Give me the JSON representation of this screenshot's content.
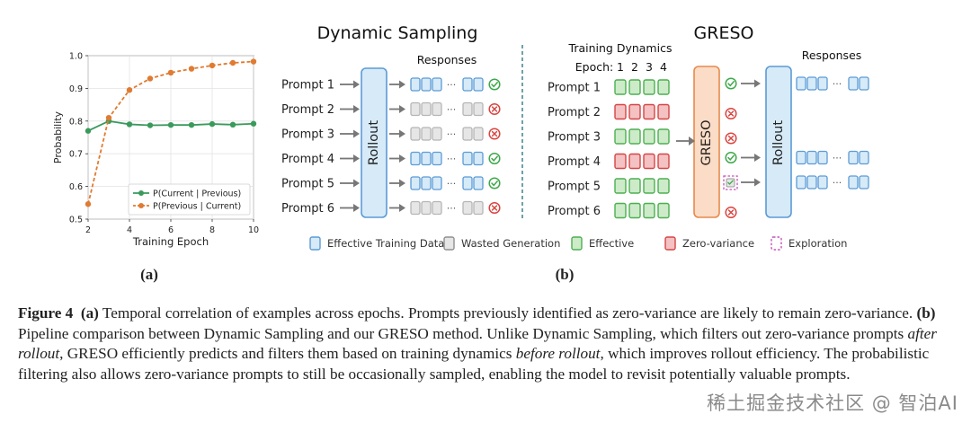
{
  "panel_a": {
    "label": "(a)",
    "chart_data": {
      "type": "line",
      "x": [
        2,
        3,
        4,
        5,
        6,
        7,
        8,
        9,
        10
      ],
      "series": [
        {
          "name": "P(Current | Previous)",
          "color": "#3a9a5c",
          "values": [
            0.77,
            0.8,
            0.79,
            0.787,
            0.788,
            0.788,
            0.791,
            0.789,
            0.792
          ]
        },
        {
          "name": "P(Previous | Current)",
          "color": "#e07b31",
          "values": [
            0.546,
            0.81,
            0.895,
            0.93,
            0.948,
            0.96,
            0.97,
            0.978,
            0.982
          ]
        }
      ],
      "xlabel": "Training Epoch",
      "ylabel": "Probability",
      "xlim": [
        2,
        10
      ],
      "ylim": [
        0.5,
        1.0
      ],
      "xticks": [
        "2",
        "4",
        "6",
        "8",
        "10"
      ],
      "yticks": [
        "0.5",
        "0.6",
        "0.7",
        "0.8",
        "0.9",
        "1.0"
      ],
      "grid": true,
      "legend": "bottom-right"
    }
  },
  "panel_b": {
    "label": "(b)",
    "dynamic": {
      "title": "Dynamic Sampling",
      "responses_label": "Responses",
      "rollout_label": "Rollout",
      "prompts": [
        {
          "label": "Prompt 1",
          "status": "effective"
        },
        {
          "label": "Prompt 2",
          "status": "wasted"
        },
        {
          "label": "Prompt 3",
          "status": "wasted"
        },
        {
          "label": "Prompt 4",
          "status": "effective"
        },
        {
          "label": "Prompt 5",
          "status": "effective"
        },
        {
          "label": "Prompt 6",
          "status": "wasted"
        }
      ],
      "ellipsis": "···"
    },
    "greso": {
      "title": "GRESO",
      "dynamics_label": "Training Dynamics",
      "epoch_label": "Epoch:",
      "epochs": [
        "1",
        "2",
        "3",
        "4"
      ],
      "module_label": "GRESO",
      "rollout_label": "Rollout",
      "responses_label": "Responses",
      "ellipsis": "···",
      "prompts": [
        {
          "label": "Prompt 1",
          "history": "effective",
          "result": "check"
        },
        {
          "label": "Prompt 2",
          "history": "zero",
          "result": "cross"
        },
        {
          "label": "Prompt 3",
          "history": "effective",
          "result": "cross"
        },
        {
          "label": "Prompt 4",
          "history": "zero",
          "result": "check"
        },
        {
          "label": "Prompt 5",
          "history": "effective",
          "result": "explore"
        },
        {
          "label": "Prompt 6",
          "history": "effective",
          "result": "cross"
        }
      ]
    },
    "legend": [
      {
        "label": "Effective Training Data",
        "kind": "blue"
      },
      {
        "label": "Wasted Generation",
        "kind": "gray"
      },
      {
        "label": "Effective",
        "kind": "green"
      },
      {
        "label": "Zero-variance",
        "kind": "red"
      },
      {
        "label": "Exploration",
        "kind": "dashed"
      }
    ]
  },
  "colors": {
    "blue_fill": "#d6eaf8",
    "blue_stroke": "#5b9bd5",
    "gray_fill": "#e6e6e6",
    "gray_stroke": "#b5b5b5",
    "green_fill": "#cdebc9",
    "green_stroke": "#4caf50",
    "red_fill": "#f4c2c2",
    "red_stroke": "#d64545",
    "orange_fill": "#fbdcc6",
    "orange_stroke": "#e58a4e",
    "check": "#3ea84a",
    "cross": "#d9453f",
    "divider": "#2f7a86"
  },
  "caption": {
    "figure_label": "Figure 4",
    "a_label": "(a)",
    "a_text": "Temporal correlation of examples across epochs. Prompts previously identified as zero-variance are likely to remain zero-variance.",
    "b_label": "(b)",
    "b_text_1": "Pipeline comparison between Dynamic Sampling and our GRESO method. Unlike Dynamic Sampling, which filters out zero-variance prompts",
    "b_italic_1": "after rollout",
    "b_text_2": ", GRESO efficiently predicts and filters them based on training dynamics",
    "b_italic_2": "before rollout",
    "b_text_3": ", which improves rollout efficiency. The probabilistic filtering also allows zero-variance prompts to still be occasionally sampled, enabling the model to revisit potentially valuable prompts."
  },
  "watermark": "稀土掘金技术社区 @ 智泊AI"
}
